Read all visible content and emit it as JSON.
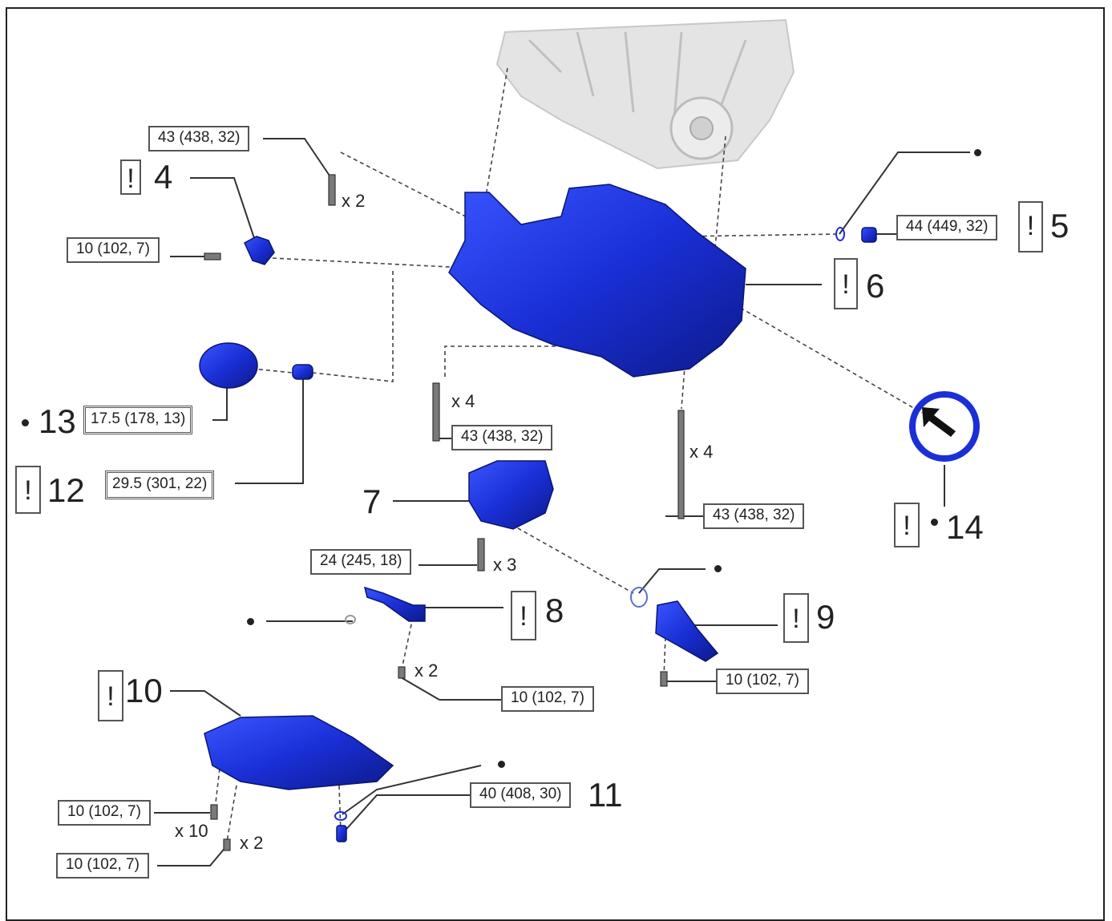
{
  "torque_labels": {
    "t_bolt_top": "43 (438, 32)",
    "t_bracket_left": "10 (102, 7)",
    "t_plug_right": "44 (449, 32)",
    "t_filter": "17.5 (178, 13)",
    "t_union": "29.5 (301, 22)",
    "t_bolt_mid": "43 (438, 32)",
    "t_bolt_right": "43 (438, 32)",
    "t_pump": "24 (245, 18)",
    "t_sensor": "10 (102, 7)",
    "t_strainer": "10 (102, 7)",
    "t_pan": "10 (102, 7)",
    "t_pan2": "10 (102, 7)",
    "t_drain": "40 (408, 30)"
  },
  "part_numbers": {
    "p4": "4",
    "p5": "5",
    "p6": "6",
    "p7": "7",
    "p8": "8",
    "p9": "9",
    "p10": "10",
    "p11": "11",
    "p12": "12",
    "p13": "13",
    "p14": "14"
  },
  "quantities": {
    "q_top": "x 2",
    "q_mid": "x 4",
    "q_right": "x 4",
    "q_pump": "x 3",
    "q_sensor": "x 2",
    "q_pan": "x 10",
    "q_pan2": "x 2"
  },
  "attention_mark": "!",
  "colors": {
    "part_blue": "#1a2fd6",
    "engine_gray": "#d9d9d9",
    "line": "#444444"
  }
}
